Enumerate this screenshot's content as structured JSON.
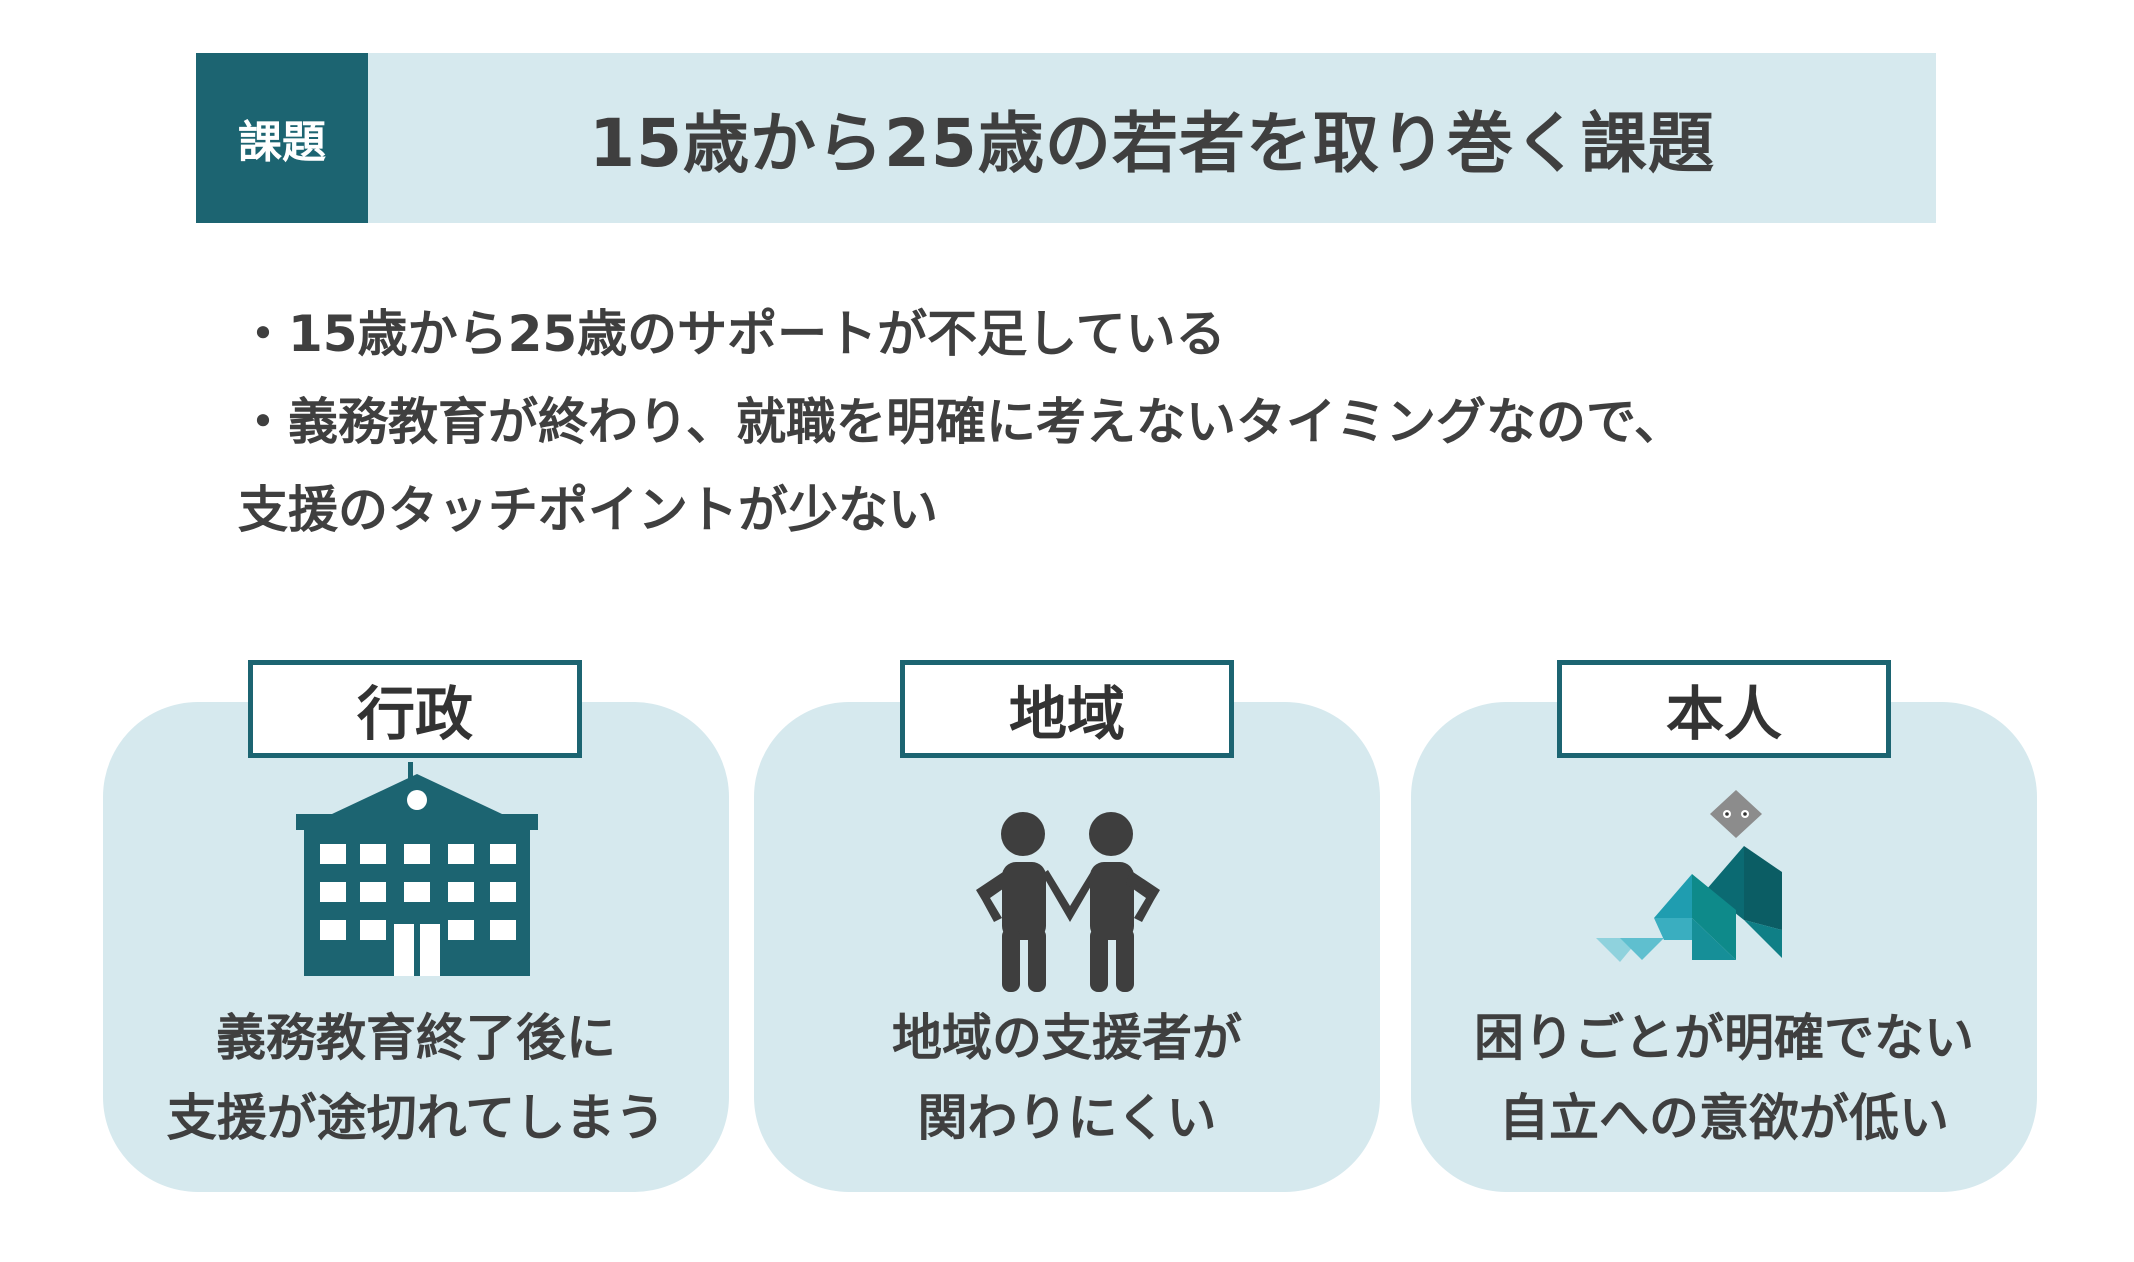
{
  "header": {
    "tag": "課題",
    "title": "15歳から25歳の若者を取り巻く課題"
  },
  "bullets": [
    "・15歳から25歳のサポートが不足している",
    "・義務教育が終わり、就職を明確に考えないタイミングなので、",
    "支援のタッチポイントが少ない"
  ],
  "cards": [
    {
      "label": "行政",
      "icon": "government-building-icon",
      "lines": [
        "義務教育終了後に",
        "支援が途切れてしまう"
      ]
    },
    {
      "label": "地域",
      "icon": "two-people-holding-hands-icon",
      "lines": [
        "地域の支援者が",
        "関わりにくい"
      ]
    },
    {
      "label": "本人",
      "icon": "origami-person-icon",
      "lines": [
        "困りごとが明確でない",
        "自立への意欲が低い"
      ]
    }
  ],
  "colors": {
    "accent": "#1c6471",
    "panel": "#d6e9ee",
    "text": "#3f3f3f",
    "teal_light": "#3aaec0",
    "teal_mid": "#0e8a8a"
  }
}
